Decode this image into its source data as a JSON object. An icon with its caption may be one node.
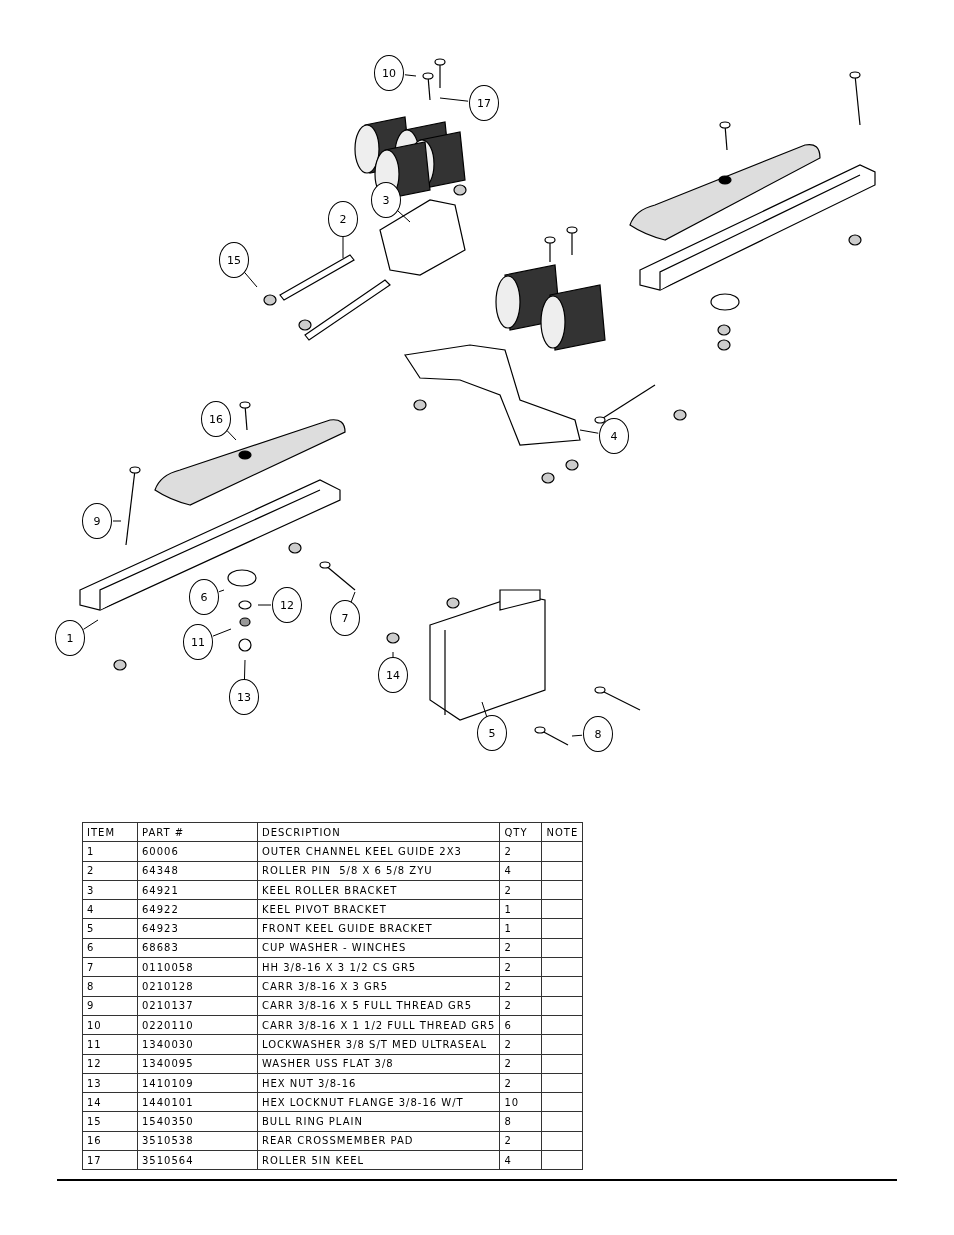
{
  "diagram": {
    "nodes": [
      {
        "text": [
          "10"
        ]
      },
      {
        "text": [
          "17"
        ]
      },
      {
        "text": [
          "3"
        ]
      },
      {
        "text": [
          "2"
        ]
      },
      {
        "text": [
          "15"
        ]
      },
      {
        "text": [
          "16"
        ]
      },
      {
        "text": [
          "4"
        ]
      },
      {
        "text": [
          "9"
        ]
      },
      {
        "text": [
          "6"
        ]
      },
      {
        "text": [
          "12"
        ]
      },
      {
        "text": [
          "7"
        ]
      },
      {
        "text": [
          "11"
        ]
      },
      {
        "text": [
          "1"
        ]
      },
      {
        "text": [
          "13"
        ]
      },
      {
        "text": [
          "14"
        ]
      },
      {
        "text": [
          "5"
        ]
      },
      {
        "text": [
          "8"
        ]
      }
    ],
    "edges": [
      {
        "from": 0,
        "to": null,
        "arrow": "none"
      },
      {
        "from": 1,
        "to": null,
        "arrow": "none"
      },
      {
        "from": 2,
        "to": null,
        "arrow": "none"
      },
      {
        "from": 3,
        "to": null,
        "arrow": "none"
      },
      {
        "from": 4,
        "to": null,
        "arrow": "none"
      },
      {
        "from": 5,
        "to": null,
        "arrow": "none"
      },
      {
        "from": 6,
        "to": null,
        "arrow": "none"
      },
      {
        "from": 7,
        "to": null,
        "arrow": "none"
      },
      {
        "from": 8,
        "to": null,
        "arrow": "none"
      },
      {
        "from": 9,
        "to": null,
        "arrow": "none"
      },
      {
        "from": 10,
        "to": null,
        "arrow": "none"
      },
      {
        "from": 11,
        "to": null,
        "arrow": "none"
      },
      {
        "from": 12,
        "to": null,
        "arrow": "none"
      },
      {
        "from": 13,
        "to": null,
        "arrow": "none"
      },
      {
        "from": 14,
        "to": null,
        "arrow": "none"
      },
      {
        "from": 15,
        "to": null,
        "arrow": "none"
      },
      {
        "from": 16,
        "to": null,
        "arrow": "none"
      }
    ],
    "labels": [
      "ITEM",
      "PART #",
      "DESCRIPTION",
      "QTY",
      "NOTE",
      "1",
      "60006",
      "OUTER CHANNEL KEEL GUIDE 2X3",
      "2",
      "2",
      "64348",
      "ROLLER PIN  5/8 X 6 5/8 ZYU",
      "4",
      "3",
      "64921",
      "KEEL ROLLER BRACKET",
      "2",
      "4",
      "64922",
      "KEEL PIVOT BRACKET",
      "1",
      "5",
      "64923",
      "FRONT KEEL GUIDE BRACKET",
      "1",
      "6",
      "68683",
      "CUP WASHER - WINCHES",
      "2",
      "7",
      "0110058",
      "HH 3/8-16 X 3 1/2 CS GR5",
      "2",
      "8",
      "0210128",
      "CARR 3/8-16 X 3 GR5",
      "2",
      "9",
      "0210137",
      "CARR 3/8-16 X 5 FULL THREAD GR5",
      "2",
      "10",
      "0220110",
      "CARR 3/8-16 X 1 1/2 FULL THREAD GR5",
      "6",
      "11",
      "1340030",
      "LOCKWASHER 3/8 S/T MED ULTRASEAL",
      "2",
      "12",
      "1340095",
      "WASHER USS FLAT 3/8",
      "2",
      "13",
      "1410109",
      "HEX NUT 3/8-16",
      "2",
      "14",
      "1440101",
      "HEX LOCKNUT FLANGE 3/8-16 W/T",
      "10",
      "15",
      "1540350",
      "BULL RING PLAIN",
      "8",
      "16",
      "3510538",
      "REAR CROSSMEMBER PAD",
      "2",
      "17",
      "3510564",
      "ROLLER 5IN KEEL",
      "4"
    ]
  }
}
